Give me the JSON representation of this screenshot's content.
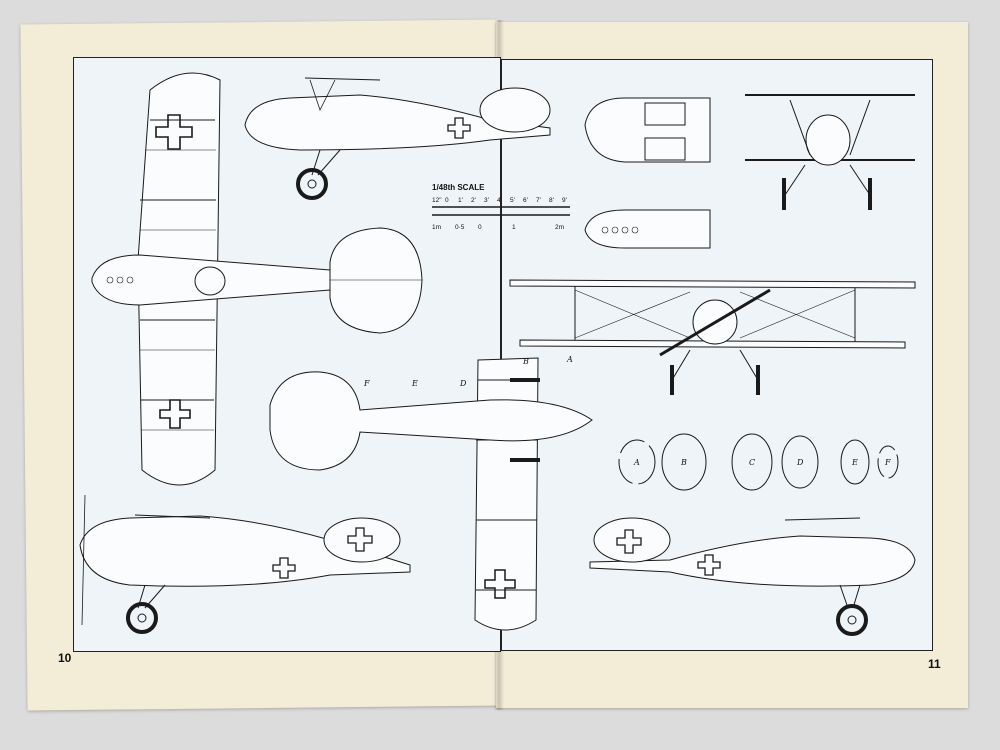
{
  "spread": {
    "left_page_number": "10",
    "right_page_number": "11"
  },
  "scale": {
    "title": "1/48th SCALE",
    "feet_ticks": [
      "12\"",
      "0",
      "1'",
      "2'",
      "3'",
      "4'",
      "5'",
      "6'",
      "7'",
      "8'",
      "9'"
    ],
    "metre_ticks": [
      "1m",
      "0·5",
      "0",
      "1",
      "2m"
    ]
  },
  "section_markers": [
    "F",
    "E",
    "D",
    "B",
    "A"
  ],
  "cross_sections": [
    "A",
    "B",
    "C",
    "D",
    "E",
    "F"
  ],
  "colors": {
    "paper": "#f3ecd6",
    "panel": "#eef4f7",
    "line": "#1a1a1a"
  }
}
